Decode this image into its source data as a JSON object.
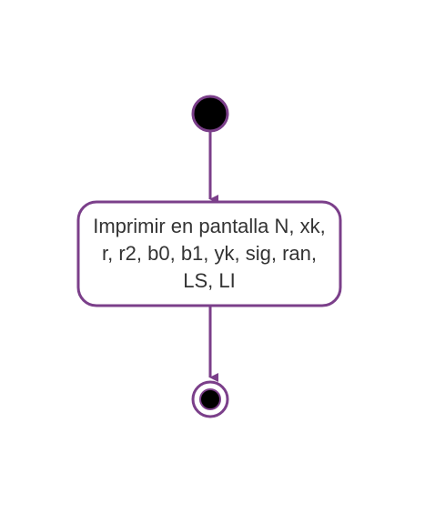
{
  "diagram": {
    "type": "uml-activity",
    "accent_color": "#7b3f8a",
    "fill_color": "#000000",
    "nodes": [
      {
        "kind": "initial-node"
      },
      {
        "kind": "action",
        "label": "Imprimir en pantalla N, xk, r, r2, b0, b1, yk, sig, ran, LS, LI"
      },
      {
        "kind": "final-node"
      }
    ],
    "edges": [
      {
        "from": "initial-node",
        "to": "action"
      },
      {
        "from": "action",
        "to": "final-node"
      }
    ]
  }
}
